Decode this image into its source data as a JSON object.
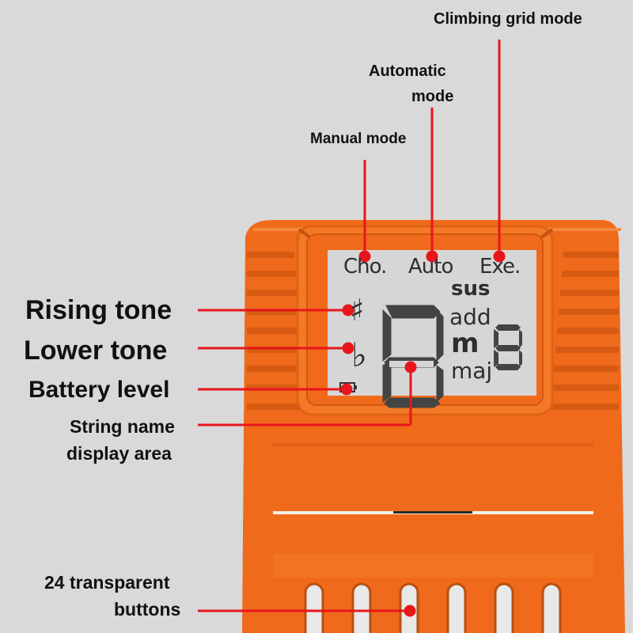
{
  "callouts": {
    "climbing_grid_mode": "Climbing grid mode",
    "automatic_mode_line1": "Automatic",
    "automatic_mode_line2": "mode",
    "manual_mode": "Manual mode",
    "rising_tone": "Rising tone",
    "lower_tone": "Lower tone",
    "battery_level": "Battery level",
    "string_name_line1": "String name",
    "string_name_line2": "display area",
    "buttons_line1": "24 transparent",
    "buttons_line2": "buttons"
  },
  "lcd": {
    "mode_manual": "Cho.",
    "mode_auto": "Auto",
    "mode_exercise": "Exe.",
    "sharp_symbol": "♯",
    "flat_symbol": "♭",
    "main_digit": "8",
    "chord_sus": "sus",
    "chord_add": "add",
    "chord_m": "m",
    "chord_maj": "maj",
    "extension_digit": "8"
  },
  "colors": {
    "device_orange": "#f06a1c",
    "device_orange_dark": "#d65a12",
    "lcd_background": "#d6d6d6",
    "pointer_red": "#e8161b",
    "background": "#d9d9d9"
  }
}
